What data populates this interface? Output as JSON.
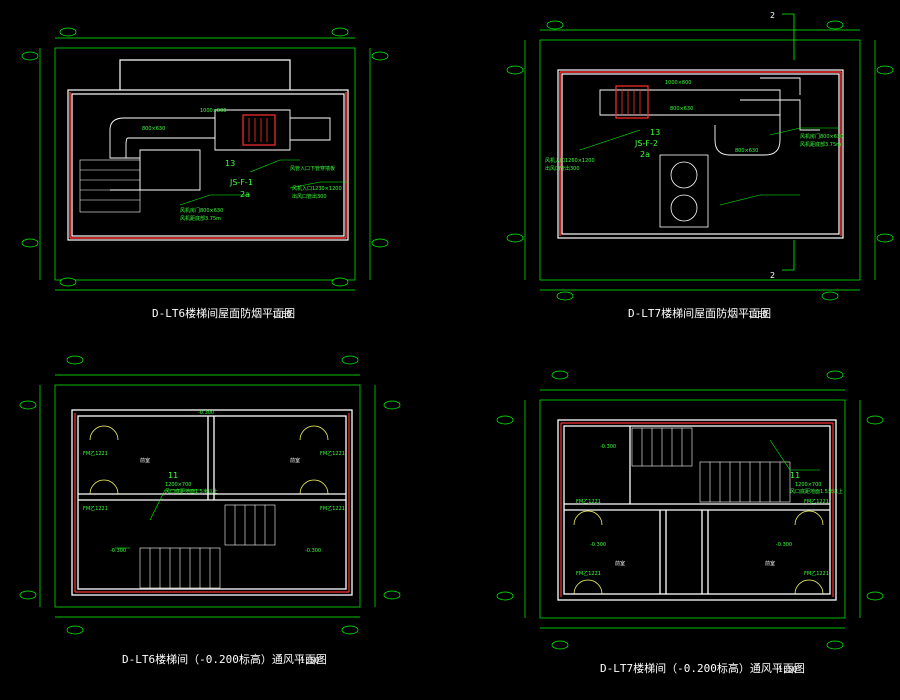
{
  "colors": {
    "background": "#000000",
    "dimension": "#00ff00",
    "wall": "#ffffff",
    "hatch": "#ff3030",
    "duct": "#ffffff",
    "leader": "#00ff00",
    "text": "#ffffff",
    "accent": "#ffff66"
  },
  "plans": [
    {
      "title": "D-LT6楼梯间屋面防烟平面图",
      "scale": "1:50",
      "labels": {
        "duct_a": "1000×800",
        "duct_b": "800×630",
        "fan_tag": "JS-F-1",
        "fan_no": "13",
        "fan_sub": "2a",
        "note_1": "风机房门800×630",
        "note_2": "风机距底部3.75m",
        "note_3": "风机入口1230×1200",
        "note_4": "出风口管出300",
        "note_5": "风管入口下管穿墙板"
      }
    },
    {
      "title": "D-LT7楼梯间屋面防烟平面图",
      "scale": "1:50",
      "labels": {
        "duct_a": "1000×800",
        "duct_b": "800×630",
        "duct_c": "800×630",
        "fan_tag": "JS-F-2",
        "fan_no": "13",
        "fan_sub": "2a",
        "note_1": "风机入口1260×1200",
        "note_2": "出风口管出300",
        "note_3": "风机房门800×630",
        "note_4": "风机距底部3.75m",
        "section_mark": "2"
      }
    },
    {
      "title": "D-LT6楼梯间（-0.200标高）通风平面图",
      "scale": "1:50",
      "labels": {
        "level": "-0.300",
        "door": "FM乙1221",
        "room_left": "前室",
        "room_right": "前室",
        "tag": "11",
        "vent": "1200×700",
        "vent_note": "风口底距地面1.5米以上"
      }
    },
    {
      "title": "D-LT7楼梯间（-0.200标高）通风平面图",
      "scale": "1:50",
      "labels": {
        "level": "-0.300",
        "door": "FM乙1221",
        "room_left": "前室",
        "room_right": "前室",
        "tag": "11",
        "vent": "1200×700",
        "vent_note": "风口底距地面1.5米以上"
      }
    }
  ]
}
